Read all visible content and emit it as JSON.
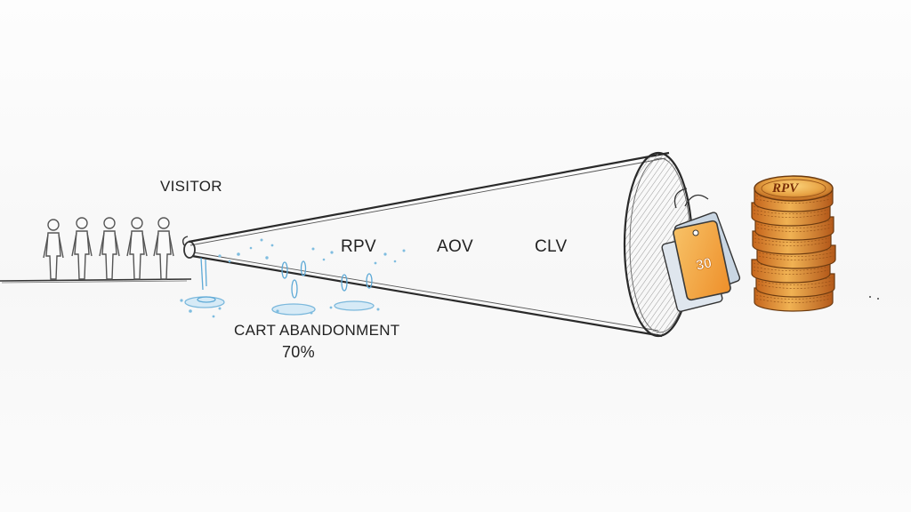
{
  "labels": {
    "visitor": "VISITOR",
    "rpv": "RPV",
    "aov": "AOV",
    "clv": "CLV",
    "cart_abandonment": "CART ABANDONMENT",
    "abandonment_rate": "70%"
  },
  "coin_stack": {
    "top_coin_text": "RPV",
    "coin_count": 8
  },
  "price_tag": {
    "text": "30"
  },
  "visitor_count": 5,
  "colors": {
    "ink": "#2a2a2a",
    "water": "#8fc6e6",
    "coin_gold": "#e8a445",
    "coin_dark": "#b8621c",
    "tag_orange": "#f2a33c"
  },
  "icons": [
    "stick-figure-icon",
    "water-drop-icon",
    "price-tag-icon",
    "coin-stack-icon",
    "funnel-icon"
  ]
}
